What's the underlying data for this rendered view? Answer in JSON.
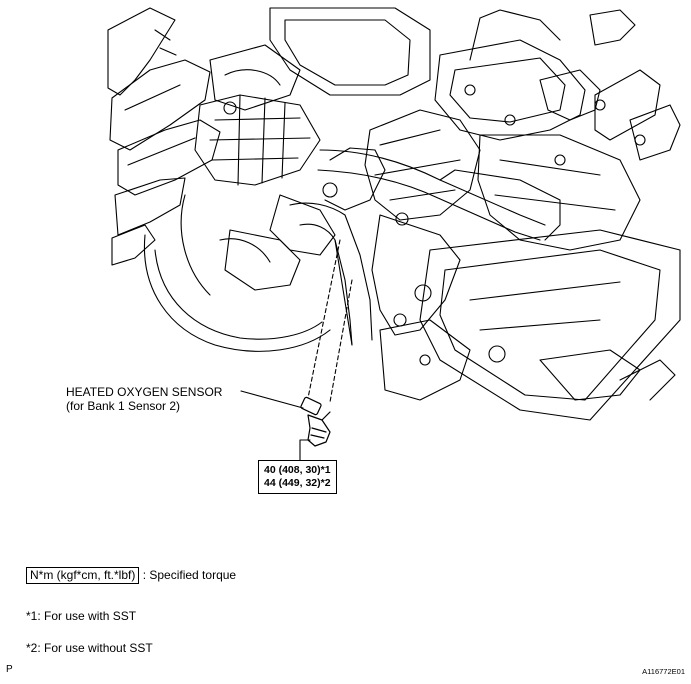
{
  "sensor_label": {
    "line1": "HEATED OXYGEN SENSOR",
    "line2": "(for Bank 1 Sensor 2)"
  },
  "torque": {
    "line1": "40 (408, 30)*1",
    "line2": "44 (449, 32)*2"
  },
  "legend": {
    "unit": "N*m (kgf*cm, ft.*lbf)",
    "text": " : Specified torque"
  },
  "notes": [
    "*1: For use with SST",
    "*2: For use without SST"
  ],
  "corner_letter": "P",
  "figure_code": "A116772E01",
  "icons": {
    "sensor": "oxygen-sensor-icon",
    "drawing": "vehicle-underbody-line-drawing"
  }
}
